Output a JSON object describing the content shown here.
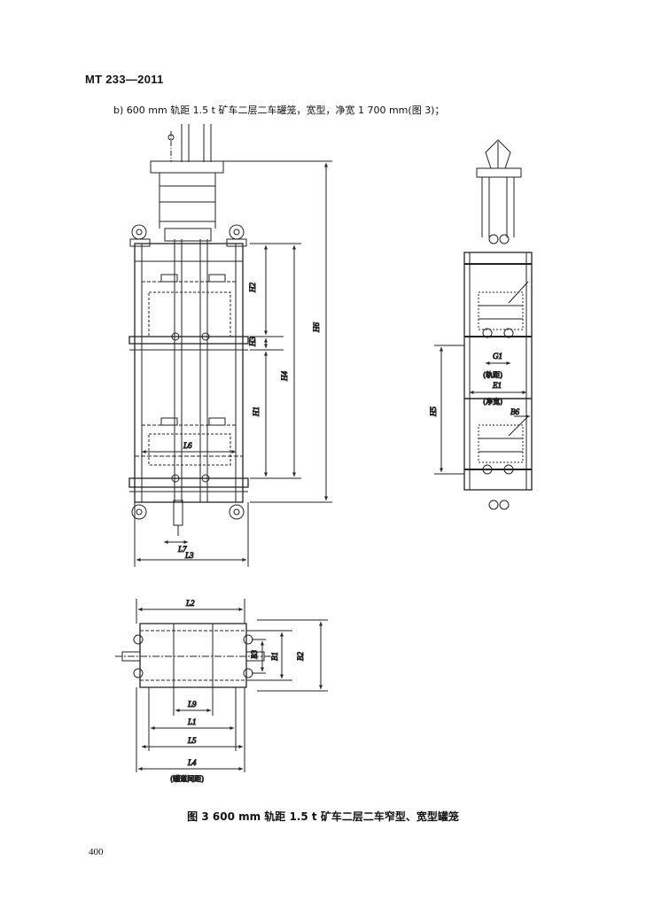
{
  "header": {
    "standard_code": "MT 233—2011"
  },
  "item": {
    "text": "b)   600 mm 轨距 1.5 t 矿车二层二车罐笼，宽型，净宽 1 700 mm(图 3)；"
  },
  "figure": {
    "caption": "图 3   600 mm 轨距 1.5 t 矿车二层二车窄型、宽型罐笼",
    "front_view_labels": {
      "H2": "H2",
      "H3": "H3",
      "H4": "H4",
      "H1": "H1",
      "H6": "H6",
      "L6": "L6",
      "L7": "L7",
      "L3": "L3"
    },
    "side_view_labels": {
      "G1": "G1",
      "gauge_note": "(轨距)",
      "E1": "E1",
      "width_note": "(净宽)",
      "H5": "H5",
      "B6": "B6"
    },
    "plan_view_labels": {
      "L2": "L2",
      "B3": "B3",
      "B1": "B1",
      "B2": "B2",
      "L9": "L9",
      "L1": "L1",
      "L5": "L5",
      "L4": "L4",
      "guide_note": "(罐道间距)"
    }
  },
  "page": {
    "number": "400"
  }
}
